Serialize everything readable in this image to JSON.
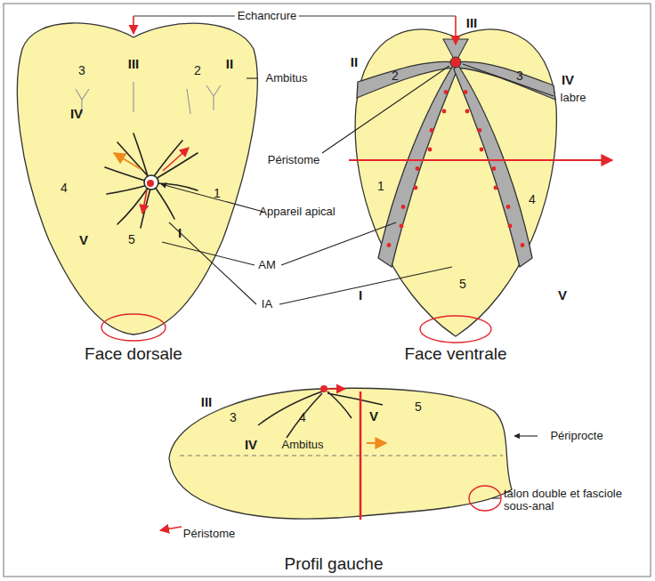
{
  "diagram": {
    "labels": [
      "Echancrure",
      "III",
      "II",
      "3",
      "2",
      "IV",
      "4",
      "1",
      "V",
      "5",
      "I",
      "Ambitus",
      "Appareil apical",
      "AM",
      "IA",
      "Face dorsale",
      "III",
      "II",
      "2",
      "3",
      "IV",
      "labre",
      "Péristome",
      "1",
      "4",
      "5",
      "I",
      "V",
      "Face ventrale",
      "III",
      "3",
      "IV",
      "4",
      "V",
      "5",
      "Périprocte",
      "Ambitus",
      "Péristome",
      "talon double et fasciole sous-anal",
      "Profil gauche"
    ]
  }
}
